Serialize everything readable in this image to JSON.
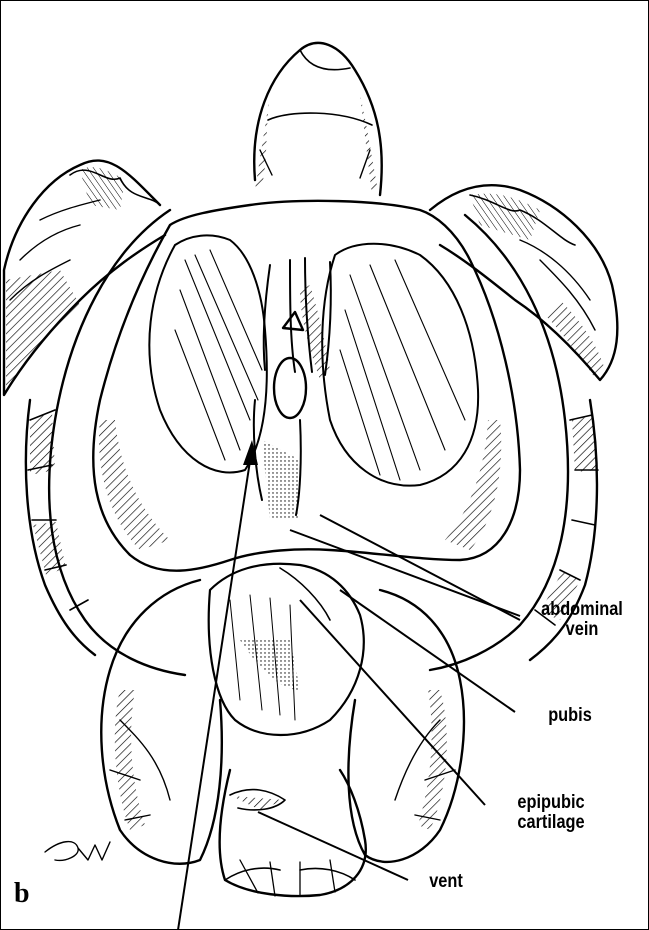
{
  "figure": {
    "panel_letter": "b",
    "signature": "DW"
  },
  "labels": {
    "abdominal_vein_line1": "abdominal",
    "abdominal_vein_line2": "vein",
    "pubis": "pubis",
    "epipubic_line1": "epipubic",
    "epipubic_line2": "cartilage",
    "vent": "vent"
  },
  "colors": {
    "ink": "#000000",
    "paper": "#ffffff"
  }
}
